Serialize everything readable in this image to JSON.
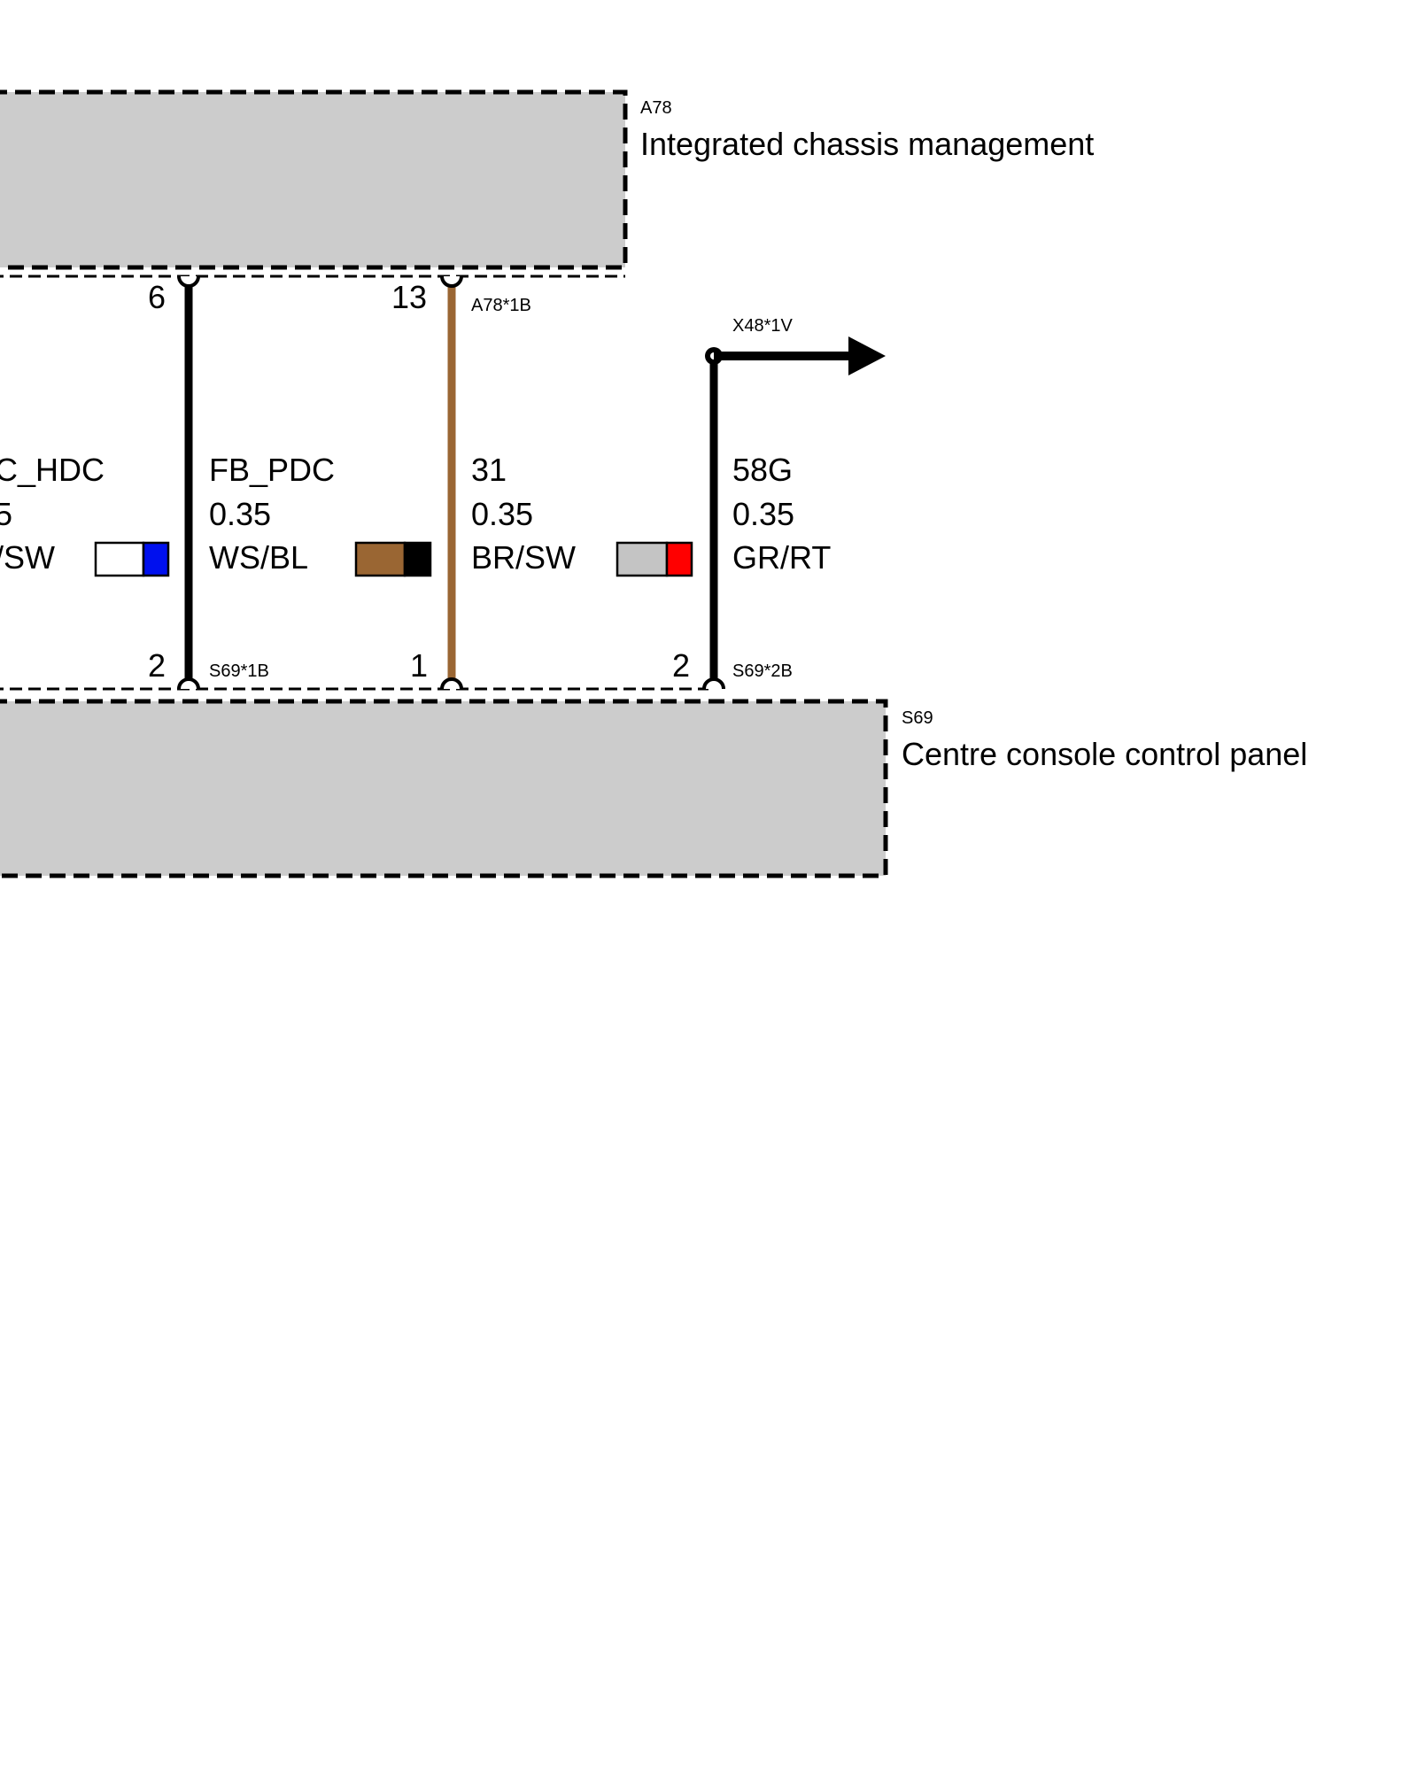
{
  "components": {
    "a78": {
      "id": "A78",
      "name": "Integrated chassis management"
    },
    "s69": {
      "id": "S69",
      "name": "Centre console control panel"
    }
  },
  "connectors": {
    "a78_top": "A78*1B",
    "s69_1b": "S69*1B",
    "s69_2b": "S69*2B",
    "x48": "X48*1V"
  },
  "wires": [
    {
      "signal": "C_HDC",
      "size": "5",
      "color_code": "/SW",
      "swatch": [
        "#ffffff",
        "#0010ee"
      ]
    },
    {
      "signal": "FB_PDC",
      "size": "0.35",
      "color_code": "WS/BL",
      "pin_top": "6",
      "pin_bottom": "2",
      "wire_color": "#000000",
      "swatch": [
        "#9a6633",
        "#000000"
      ]
    },
    {
      "signal": "31",
      "size": "0.35",
      "color_code": "BR/SW",
      "pin_top": "13",
      "pin_bottom": "1",
      "wire_color": "#9a6633",
      "swatch": [
        "#c4c4c4",
        "#ff0000"
      ]
    },
    {
      "signal": "58G",
      "size": "0.35",
      "color_code": "GR/RT",
      "pin_bottom": "2",
      "wire_color": "#000000"
    }
  ],
  "colors": {
    "box_fill": "#cccccc",
    "line": "#000000"
  }
}
